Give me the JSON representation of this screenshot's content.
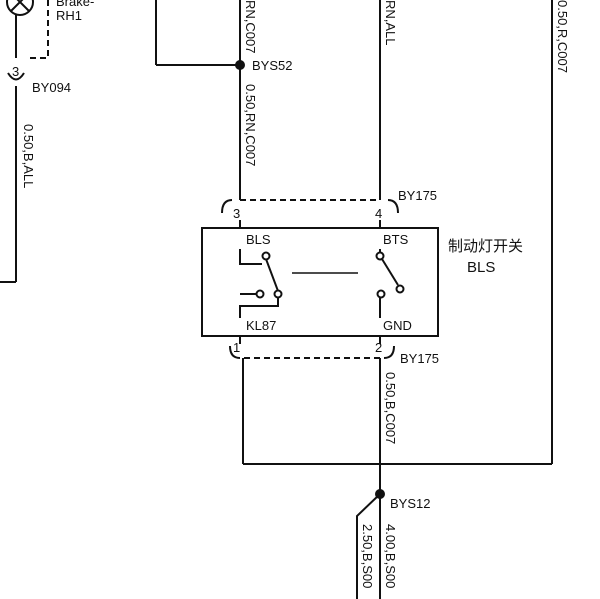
{
  "component": {
    "name_cn": "制动灯开关",
    "name_code": "BLS",
    "pins": {
      "bls": "BLS",
      "bts": "BTS",
      "kl87": "KL87",
      "gnd": "GND"
    }
  },
  "top_left": {
    "text_line1": "Brake-",
    "text_line2": "RH1",
    "connector": "BY094",
    "connector_pin": "3",
    "wire": "0.50,B,ALL"
  },
  "connector_top": {
    "name": "BY175",
    "pin_left": "3",
    "pin_right": "4"
  },
  "connector_bottom": {
    "name": "BY175",
    "pin_left": "1",
    "pin_right": "2"
  },
  "splices": {
    "upper": "BYS52",
    "lower": "BYS12"
  },
  "wires": {
    "top_cut_left": "RN,C007",
    "top_cut_right": "RN,ALL",
    "far_right": "0.50,R,C007",
    "pin3": "0.50,RN,C007",
    "pin2": "0.50,B,C007",
    "bottom_left": "2.50,B,S00",
    "bottom_right": "4.00,B,S00"
  },
  "colors": {
    "line": "#111111",
    "background": "#ffffff"
  }
}
